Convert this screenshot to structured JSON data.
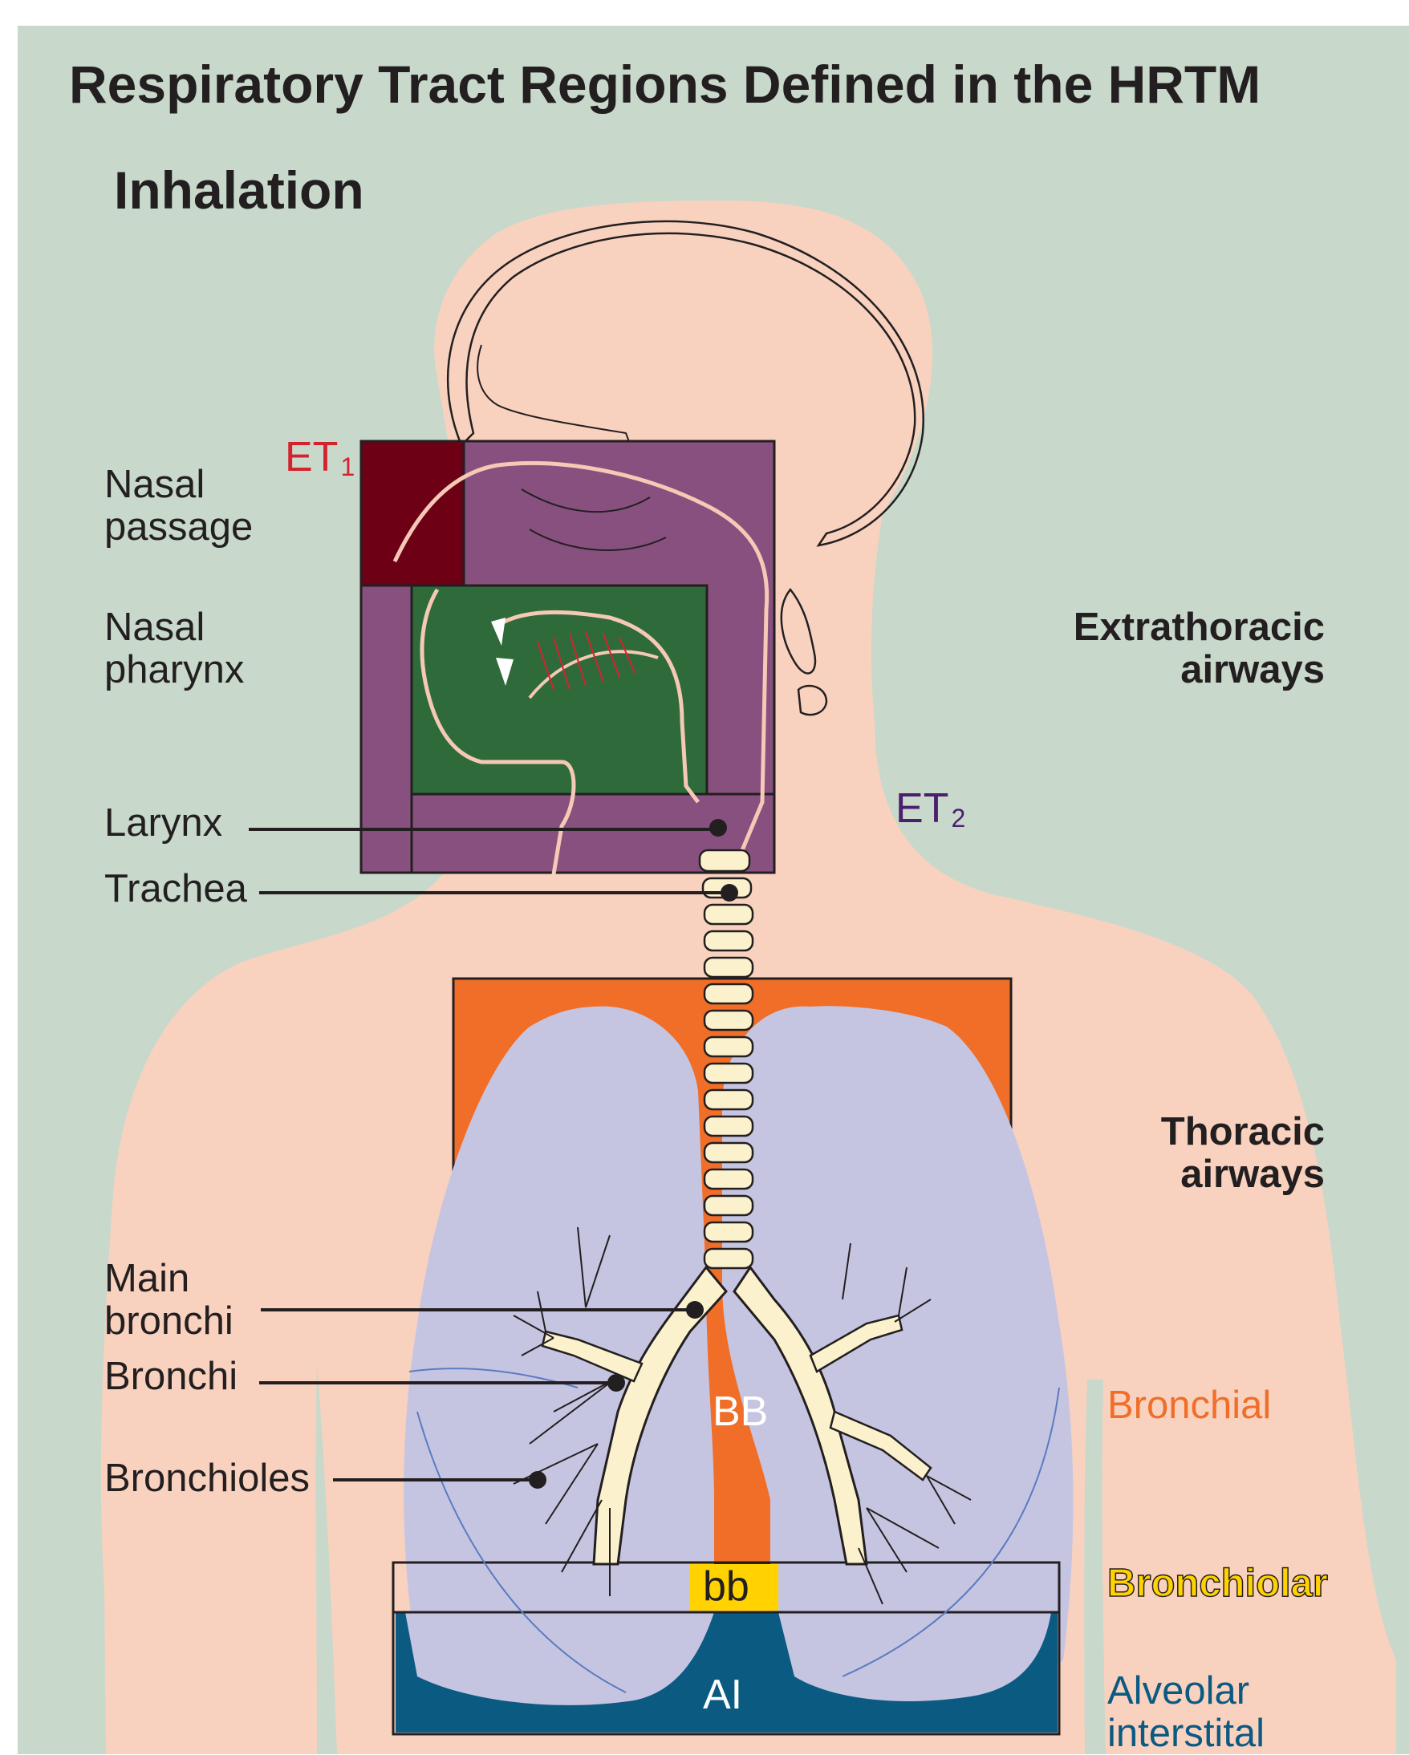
{
  "title": "Respiratory Tract Regions Defined in the HRTM",
  "subtitle": "Inhalation",
  "anatomy_labels": {
    "nasal_passage": [
      "Nasal",
      "passage"
    ],
    "nasal_pharynx": [
      "Nasal",
      "pharynx"
    ],
    "larynx": "Larynx",
    "trachea": "Trachea",
    "main_bronchi": [
      "Main",
      "bronchi"
    ],
    "bronchi": "Bronchi",
    "bronchioles": "Bronchioles"
  },
  "airway_groups": {
    "extrathoracic": [
      "Extrathoracic",
      "airways"
    ],
    "thoracic": [
      "Thoracic",
      "airways"
    ]
  },
  "regions": {
    "et1": {
      "main": "ET",
      "sub": "1",
      "color": "#d4222f"
    },
    "et2": {
      "main": "ET",
      "sub": "2",
      "color": "#4a1f6b"
    },
    "bb": {
      "label": "BB",
      "name": "Bronchial",
      "color": "#f06e28"
    },
    "bb_small": {
      "label": "bb",
      "name": "Bronchiolar",
      "color": "#ffd200"
    },
    "ai": {
      "label": "AI",
      "name": [
        "Alveolar",
        "interstital"
      ],
      "color": "#0b5a82"
    }
  },
  "colors": {
    "background": "#c8d8cb",
    "body": "#f9d2bf",
    "lungs": "#c6c5e1",
    "et1_box": "#6e0016",
    "et2_box": "#87507f",
    "nasal_box": "#2f6b3a",
    "cartilage": "#fbf2cd"
  }
}
